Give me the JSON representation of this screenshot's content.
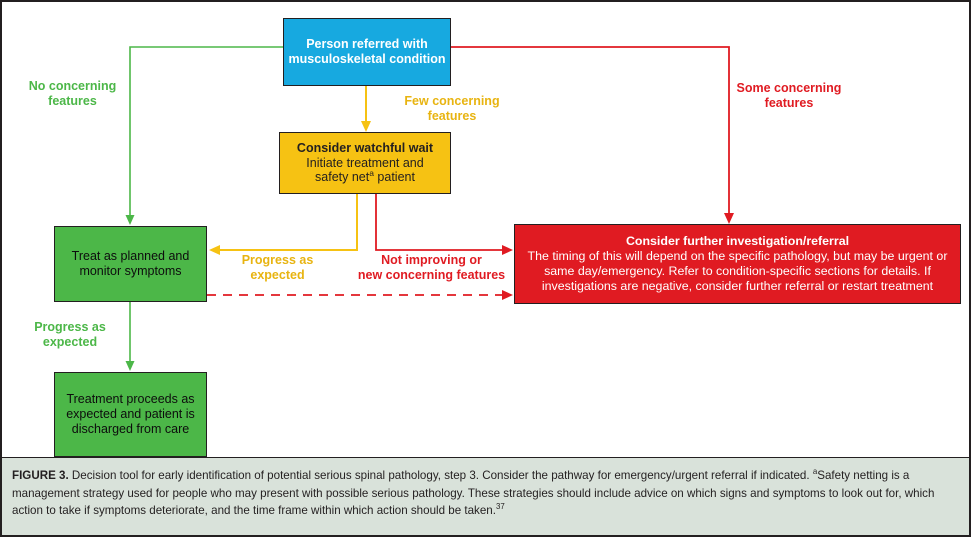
{
  "figure": {
    "nodes": {
      "referral": {
        "text": "Person referred with musculoskeletal condition",
        "color": "#17a9e0"
      },
      "watchful": {
        "title": "Consider watchful wait",
        "body_line1": "Initiate treatment and",
        "body_line2_pre": "safety net",
        "body_line2_sup": "a",
        "body_line2_post": " patient",
        "color": "#f6c213"
      },
      "treat": {
        "text": "Treat as planned and monitor symptoms",
        "color": "#4cb748"
      },
      "discharged": {
        "text": "Treatment proceeds as expected and patient is discharged from care",
        "color": "#4cb748"
      },
      "investigation": {
        "title": "Consider further investigation/referral",
        "body": "The timing of this will depend on the specific pathology, but may be urgent or same day/emergency. Refer to condition-specific sections for details. If investigations are negative, consider further referral or restart treatment",
        "color": "#e01b22"
      }
    },
    "edge_labels": {
      "no_concerning": "No concerning\nfeatures",
      "few_concerning": "Few concerning\nfeatures",
      "some_concerning": "Some concerning\nfeatures",
      "progress_expected_mid": "Progress as\nexpected",
      "not_improving": "Not improving or\nnew concerning features",
      "progress_expected_left": "Progress as\nexpected"
    },
    "colors": {
      "green": "#4cb748",
      "yellow": "#f6c213",
      "yellow_label": "#e8b411",
      "red": "#e01b22",
      "blue": "#17a9e0",
      "outline": "#231f20",
      "caption_bg": "#d9e2da"
    }
  },
  "caption": {
    "figure_label": "FIGURE 3.",
    "text_part1": " Decision tool for early identification of potential serious spinal pathology, step 3. Consider the pathway for emergency/urgent referral if indicated. ",
    "superscript_a": "a",
    "text_part2": "Safety netting is a management strategy used for people who may present with possible serious pathology. These strategies should include advice on which signs and symptoms to look out for, which action to take if symptoms deteriorate, and the time frame within which action should be taken.",
    "reference": "37"
  }
}
